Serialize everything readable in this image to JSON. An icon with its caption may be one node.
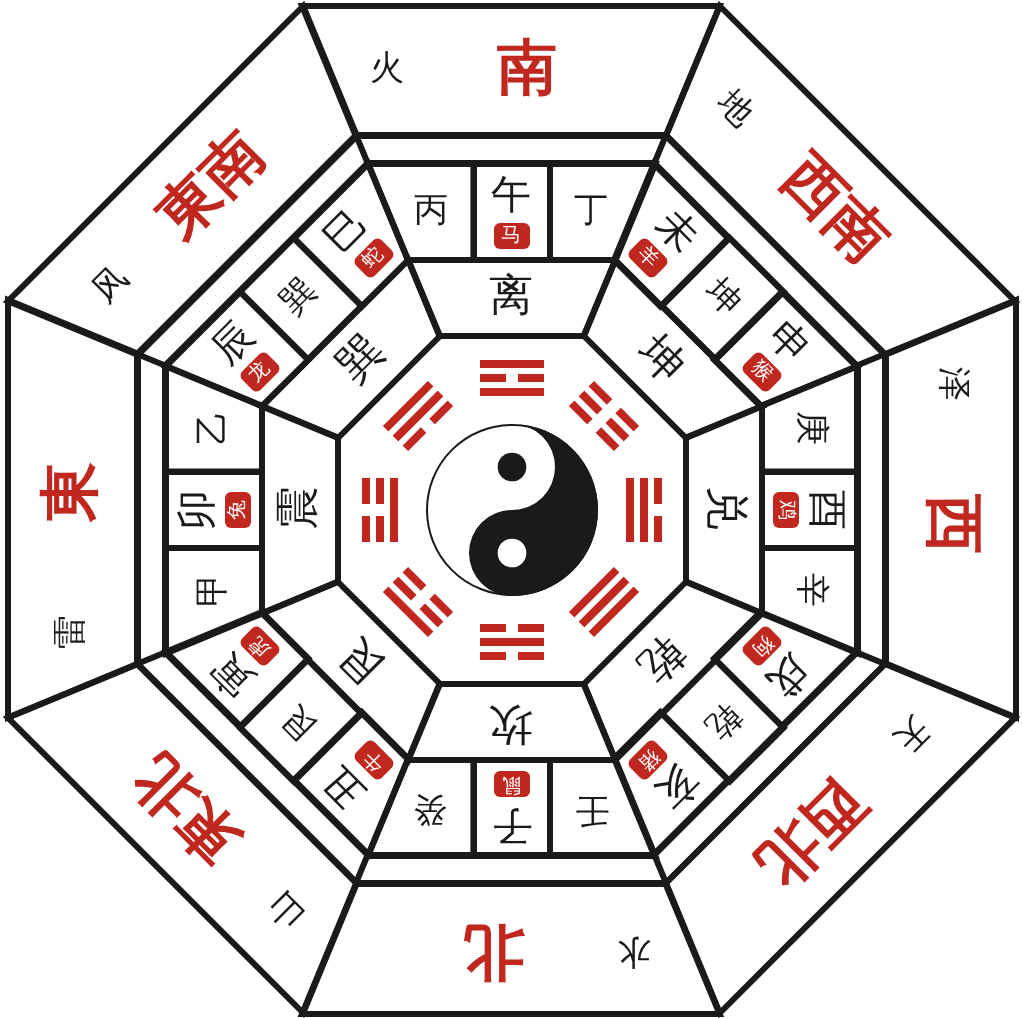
{
  "diagram": {
    "nodes": [
      {
        "text": [
          "火",
          "南"
        ]
      },
      {
        "text": [
          "地",
          "西南"
        ]
      },
      {
        "text": [
          "泽",
          "西"
        ]
      },
      {
        "text": [
          "天",
          "西北"
        ]
      },
      {
        "text": [
          "水",
          "北"
        ]
      },
      {
        "text": [
          "山",
          "東北"
        ]
      },
      {
        "text": [
          "雷",
          "東"
        ]
      },
      {
        "text": [
          "风",
          "東南"
        ]
      },
      {
        "text": [
          "丙"
        ]
      },
      {
        "text": [
          "午"
        ]
      },
      {
        "text": [
          "马"
        ],
        "in": 9
      },
      {
        "text": [
          "丁"
        ]
      },
      {
        "text": [
          "未"
        ]
      },
      {
        "text": [
          "羊"
        ],
        "in": 12
      },
      {
        "text": [
          "坤"
        ]
      },
      {
        "text": [
          "申"
        ]
      },
      {
        "text": [
          "猴"
        ],
        "in": 15
      },
      {
        "text": [
          "庚"
        ]
      },
      {
        "text": [
          "酉"
        ]
      },
      {
        "text": [
          "鸡"
        ],
        "in": 18
      },
      {
        "text": [
          "辛"
        ]
      },
      {
        "text": [
          "戌"
        ]
      },
      {
        "text": [
          "狗"
        ],
        "in": 21
      },
      {
        "text": [
          "乾"
        ]
      },
      {
        "text": [
          "亥"
        ]
      },
      {
        "text": [
          "猪"
        ],
        "in": 24
      },
      {
        "text": [
          "壬"
        ]
      },
      {
        "text": [
          "子"
        ]
      },
      {
        "text": [
          "鼠"
        ],
        "in": 27
      },
      {
        "text": [
          "癸"
        ]
      },
      {
        "text": [
          "丑"
        ]
      },
      {
        "text": [
          "牛"
        ],
        "in": 30
      },
      {
        "text": [
          "艮"
        ]
      },
      {
        "text": [
          "寅"
        ]
      },
      {
        "text": [
          "虎"
        ],
        "in": 33
      },
      {
        "text": [
          "甲"
        ]
      },
      {
        "text": [
          "卯"
        ]
      },
      {
        "text": [
          "兔"
        ],
        "in": 36
      },
      {
        "text": [
          "乙"
        ]
      },
      {
        "text": [
          "辰"
        ]
      },
      {
        "text": [
          "龙"
        ],
        "in": 39
      },
      {
        "text": [
          "巽"
        ]
      },
      {
        "text": [
          "巳"
        ]
      },
      {
        "text": [
          "蛇"
        ],
        "in": 42
      },
      {
        "text": [
          "离"
        ]
      },
      {
        "text": [
          "坤"
        ]
      },
      {
        "text": [
          "兑"
        ]
      },
      {
        "text": [
          "乾"
        ]
      },
      {
        "text": [
          "坎"
        ]
      },
      {
        "text": [
          "艮"
        ]
      },
      {
        "text": [
          "震"
        ]
      },
      {
        "text": [
          "巽"
        ]
      }
    ]
  }
}
